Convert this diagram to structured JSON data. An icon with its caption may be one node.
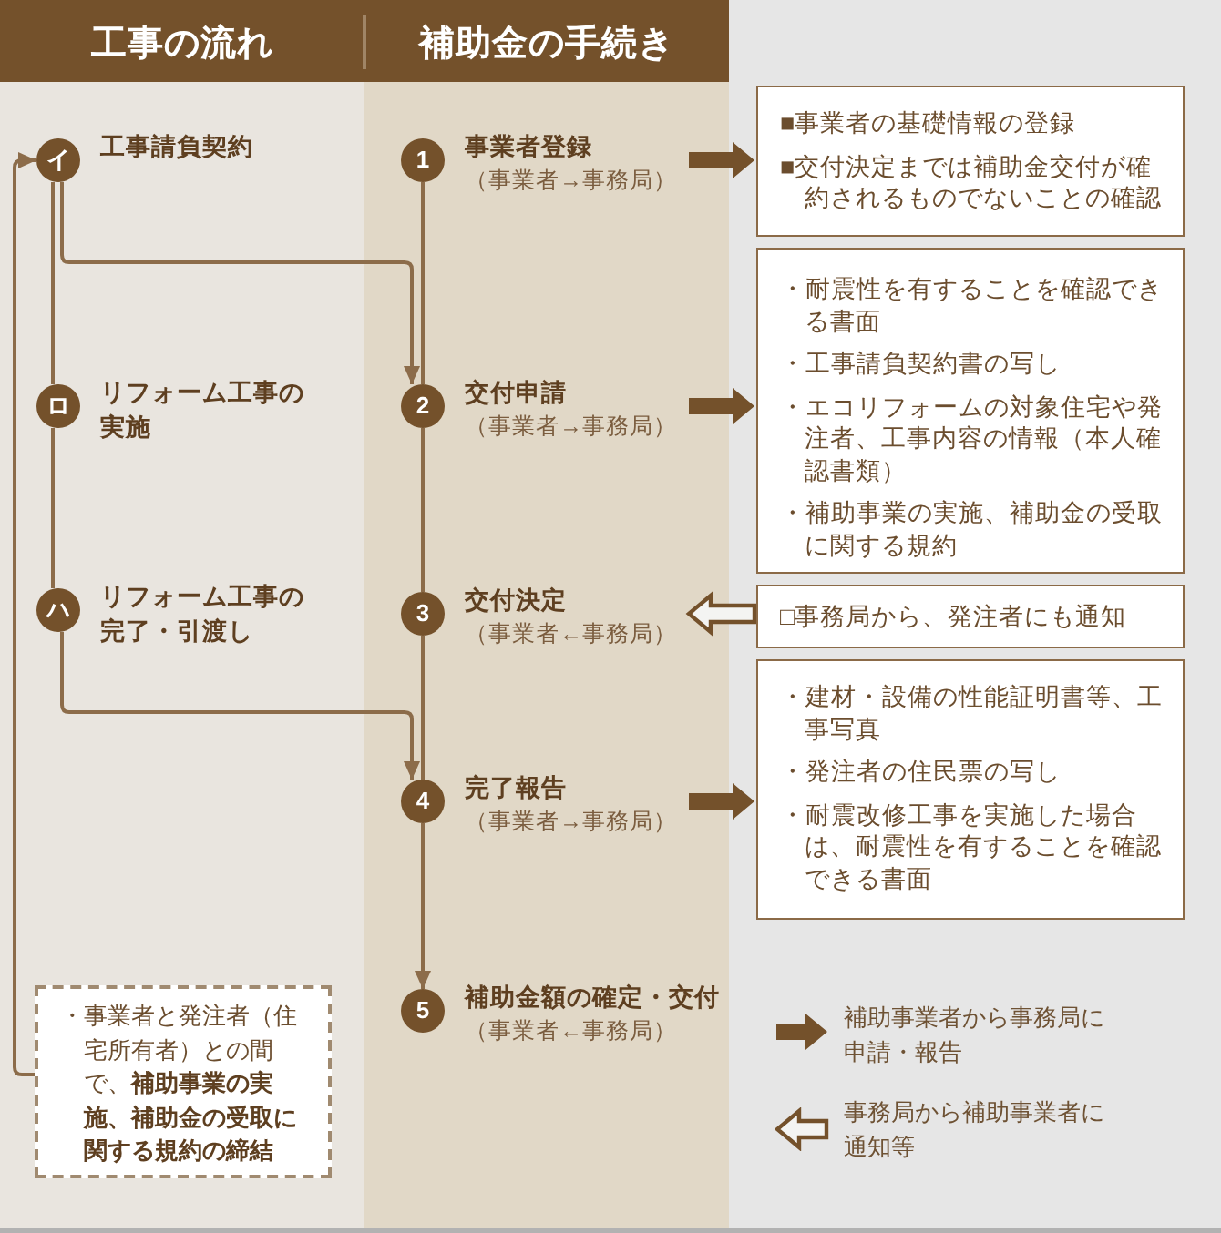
{
  "diagram": {
    "nodes": [
      {
        "text": [
          "工事の流れ",
          "補助金の手続き"
        ]
      },
      {
        "text": [
          "イ"
        ],
        "beside": [
          "工事請負契約"
        ]
      },
      {
        "text": [
          "ロ"
        ],
        "beside": [
          "リフォーム工事の実施"
        ]
      },
      {
        "text": [
          "ハ"
        ],
        "beside": [
          "リフォーム工事の完了・引渡し"
        ]
      },
      {
        "text": [
          "1"
        ],
        "beside": [
          "事業者登録",
          "（事業者→事務局）"
        ]
      },
      {
        "text": [
          "2"
        ],
        "beside": [
          "交付申請",
          "（事業者→事務局）"
        ]
      },
      {
        "text": [
          "3"
        ],
        "beside": [
          "交付決定",
          "（事業者←事務局）"
        ]
      },
      {
        "text": [
          "4"
        ],
        "beside": [
          "完了報告",
          "（事業者→事務局）"
        ]
      },
      {
        "text": [
          "5"
        ],
        "beside": [
          "補助金額の確定・交付",
          "（事業者←事務局）"
        ]
      },
      {
        "text": [
          "・事業者と発注者（住宅所有者）との間で、**補助事業の実施、補助金の受取に関する規約の締結**"
        ]
      },
      {
        "text": [
          "■事業者の基礎情報の登録",
          "■交付決定までは補助金交付が確約されるものでないことの確認"
        ]
      },
      {
        "text": [
          "・耐震性を有することを確認できる書面",
          "・工事請負契約書の写し",
          "・エコリフォームの対象住宅や発注者、工事内容の情報（本人確認書類）",
          "・補助事業の実施、補助金の受取に関する規約"
        ]
      },
      {
        "text": [
          "□事務局から、発注者にも通知"
        ]
      },
      {
        "text": [
          "・建材・設備の性能証明書等、工事写真",
          "・発注者の住民票の写し",
          "・耐震改修工事を実施した場合は、耐震性を有することを確認できる書面"
        ]
      }
    ],
    "edges": [
      {
        "from": 1,
        "to": 2,
        "arrow": "none"
      },
      {
        "from": 1,
        "to": 5,
        "arrow": "to"
      },
      {
        "from": 2,
        "to": 3,
        "arrow": "none"
      },
      {
        "from": 3,
        "to": 7,
        "arrow": "to"
      },
      {
        "from": 9,
        "to": 1,
        "arrow": "to"
      },
      {
        "from": 4,
        "to": 5,
        "arrow": "none"
      },
      {
        "from": 5,
        "to": 6,
        "arrow": "none"
      },
      {
        "from": 6,
        "to": 7,
        "arrow": "none"
      },
      {
        "from": 7,
        "to": 8,
        "arrow": "to"
      },
      {
        "from": 4,
        "to": 10,
        "arrow": "to",
        "style": "thick"
      },
      {
        "from": 5,
        "to": 11,
        "arrow": "to",
        "style": "thick"
      },
      {
        "from": 12,
        "to": 6,
        "arrow": "to",
        "style": "thick"
      },
      {
        "from": 7,
        "to": 13,
        "arrow": "to",
        "style": "thick"
      }
    ],
    "legend": [
      {
        "text": "補助事業者から事務局に申請・報告"
      },
      {
        "text": "事務局から補助事業者に通知等"
      }
    ]
  }
}
